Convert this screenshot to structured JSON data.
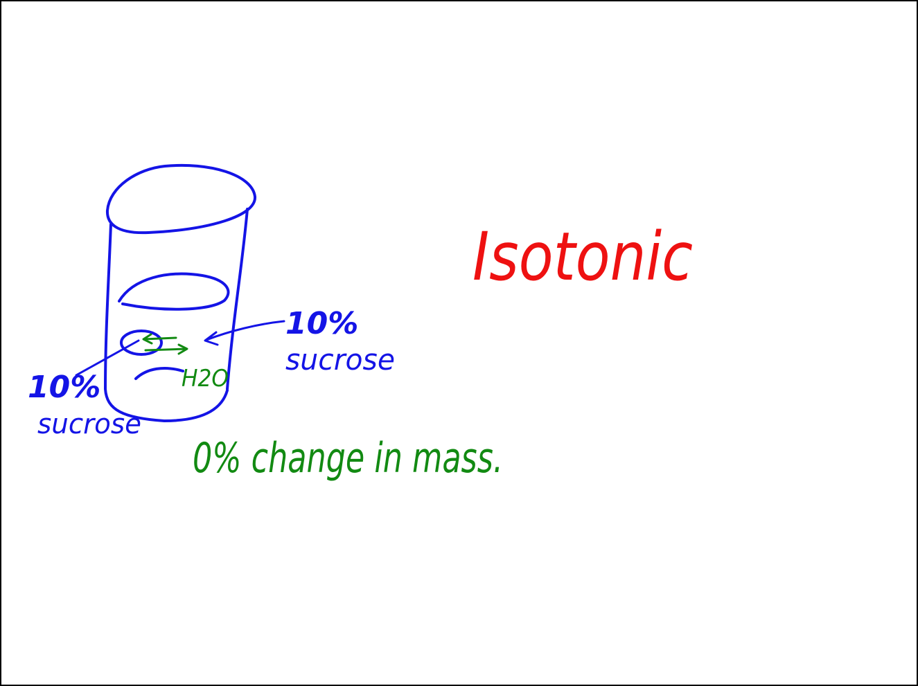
{
  "colors": {
    "ink_blue": "#1414e6",
    "ink_red": "#ee1111",
    "ink_green": "#128a12",
    "frame": "#000000",
    "background": "#ffffff"
  },
  "title": "Isotonic",
  "beaker": {
    "left_label": {
      "percent": "10%",
      "substance": "sucrose"
    },
    "right_label": {
      "percent": "10%",
      "substance": "sucrose"
    },
    "water_label": "H2O"
  },
  "caption": "0% change in mass."
}
